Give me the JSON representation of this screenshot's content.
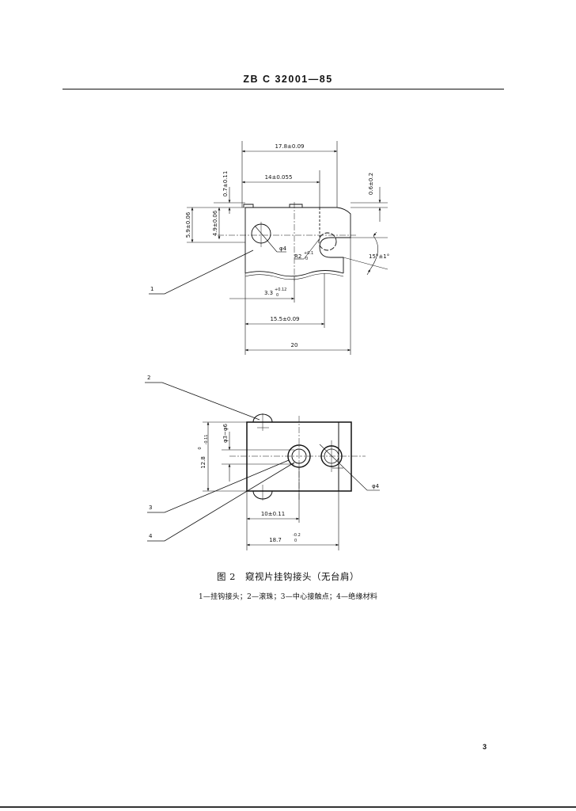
{
  "header": {
    "standard_code": "ZB C 32001—85"
  },
  "figure": {
    "caption": "图 2　窥视片挂钩接头（无台肩）",
    "legend": "1—挂钩接头；2—滚珠；3—中心接触点；4—绝缘材料",
    "leaders": {
      "l1": "1",
      "l2": "2",
      "l3": "3",
      "l4": "4"
    },
    "top_view": {
      "d_17_8": "17.8±0.09",
      "d_14": "14±0.055",
      "d_0_7": "0.7±0.11",
      "d_0_6": "0.6±0.2",
      "d_5_9": "5.9±0.06",
      "d_4_9": "4.9±0.06",
      "d_phi4": "φ4",
      "d_r2": "R2",
      "d_r2_tol": "+0.1",
      "d_r2_tol_lower": "0",
      "d_angle": "15°±1°",
      "d_3_3": "3.3",
      "d_3_3_tol": "+0.12",
      "d_3_3_tol_lower": "0",
      "d_15_5": "15.5±0.09",
      "d_20": "20"
    },
    "bottom_view": {
      "d_12_8": "12.8",
      "d_12_8_tol": "0",
      "d_12_8_tol_lower": "-0.11",
      "d_phi3": "φ3~φ6",
      "d_phi4": "φ4",
      "d_10": "10±0.11",
      "d_18_7": "18.7",
      "d_18_7_tol": "-0.2",
      "d_18_7_tol_lower": "0"
    }
  },
  "page": {
    "number": "3"
  }
}
